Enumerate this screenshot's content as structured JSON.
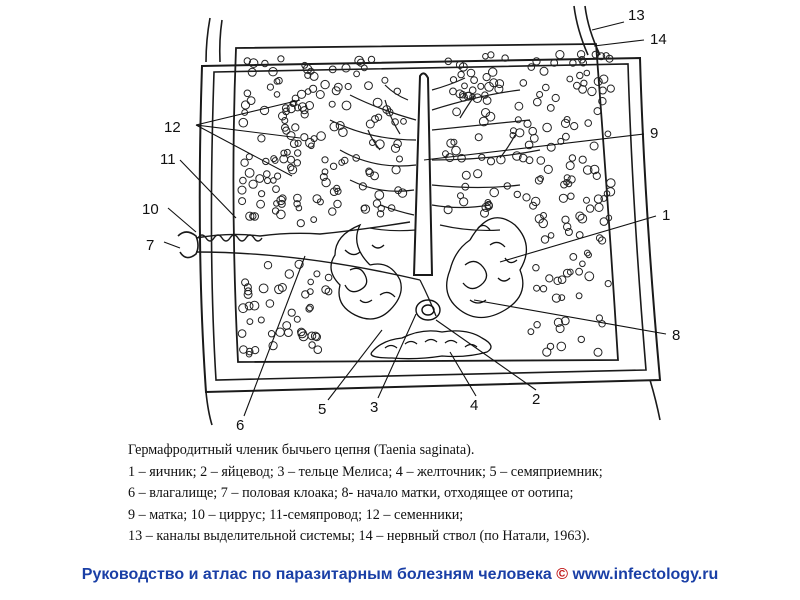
{
  "labels": [
    "1",
    "2",
    "3",
    "4",
    "5",
    "6",
    "7",
    "8",
    "9",
    "10",
    "11",
    "12",
    "13",
    "14"
  ],
  "caption": {
    "lines": [
      "Гермафродитный членик бычьего цепня (Taenia saginata).",
      "1 – яичник; 2 – яйцевод; 3 – тельце Мелиса; 4 – желточник; 5 – семяприемник;",
      "6 – влагалище; 7 – половая клоака; 8- начало матки, отходящее от оотипа;",
      "9 – матка; 10 – циррус; 11-семяпровод; 12 – семенники;",
      "13 – каналы выделительной системы; 14 – нервный ствол (по Натали, 1963)."
    ]
  },
  "footer": {
    "text": "Руководство и атлас по паразитарным болезням человека",
    "copyright": "©",
    "site": "www.infectology.ru"
  },
  "colors": {
    "footer_text": "#1a3fa6",
    "footer_copyright": "#c01818",
    "ink": "#111111"
  }
}
